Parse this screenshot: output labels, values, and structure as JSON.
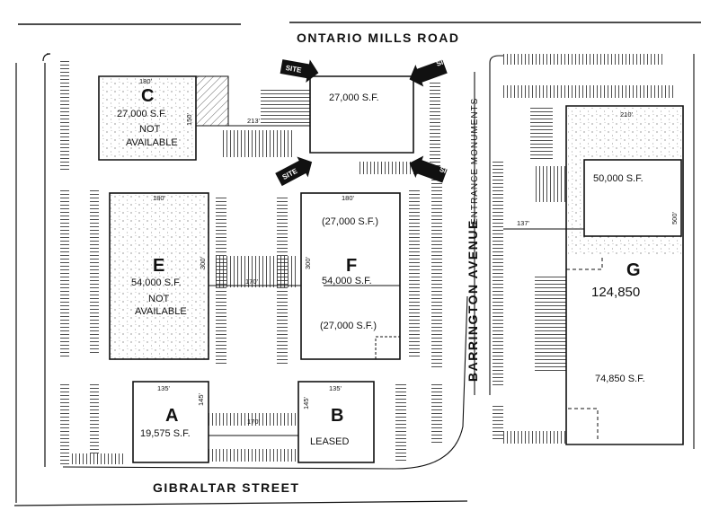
{
  "roads": {
    "north": "ONTARIO MILLS ROAD",
    "south": "GIBRALTAR STREET",
    "east": "BARRINGTON AVENUE",
    "entrance": "ENTRANCE MONUMENTS"
  },
  "buildings": {
    "c": {
      "letter": "C",
      "area": "27,000 S.F.",
      "status1": "NOT",
      "status2": "AVAILABLE",
      "dim_w": "180'",
      "dim_h": "150'"
    },
    "site": {
      "area": "27,000 S.F.",
      "dim_w": "213'"
    },
    "e": {
      "letter": "E",
      "area": "54,000 S.F.",
      "status1": "NOT",
      "status2": "AVAILABLE",
      "dim_w": "180'",
      "dim_h": "300'"
    },
    "f": {
      "letter": "F",
      "area": "54,000 S.F.",
      "upper": "(27,000 S.F.)",
      "lower": "(27,000 S.F.)",
      "dim_w": "180'",
      "dim_h": "300'"
    },
    "ef_gap": "170'",
    "a": {
      "letter": "A",
      "area": "19,575 S.F.",
      "dim_w": "135'",
      "dim_h": "145'"
    },
    "b": {
      "letter": "B",
      "status": "LEASED",
      "dim_w": "135'",
      "dim_h": "145'"
    },
    "ab_gap": "170'",
    "g": {
      "letter": "G",
      "total": "124,850",
      "upper": "50,000 S.F.",
      "lower": "74,850 S.F.",
      "dim_w": "210'",
      "dim_h": "500'",
      "dim_setback": "137'"
    }
  },
  "site_markers": [
    "SITE",
    "SITE",
    "SITE",
    "SITE"
  ]
}
